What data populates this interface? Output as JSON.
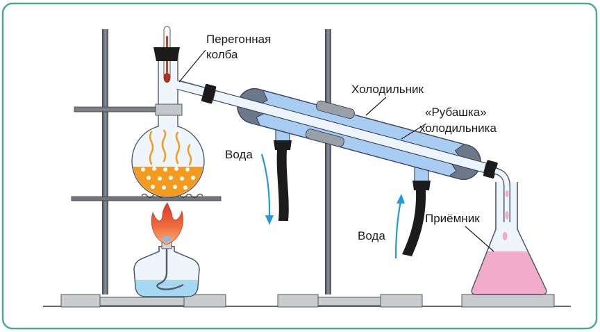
{
  "labels": {
    "distillation_flask": [
      "Перегонная",
      "колба"
    ],
    "condenser": "Холодильник",
    "condenser_jacket": [
      "«Рубашка»",
      "холодильника"
    ],
    "water_outlet": "Вода",
    "water_inlet": "Вода",
    "receiver": "Приёмник"
  },
  "colors": {
    "frame": "#4ea88c",
    "flask_liquid": "#f39a1f",
    "vapor": "#f39a1f",
    "lamp_fuel": "#a6d8f2",
    "cooling_jacket": "#a9cdf2",
    "distillate": "#f2abc8",
    "water_flow_arrow": "#1f9bd7"
  }
}
